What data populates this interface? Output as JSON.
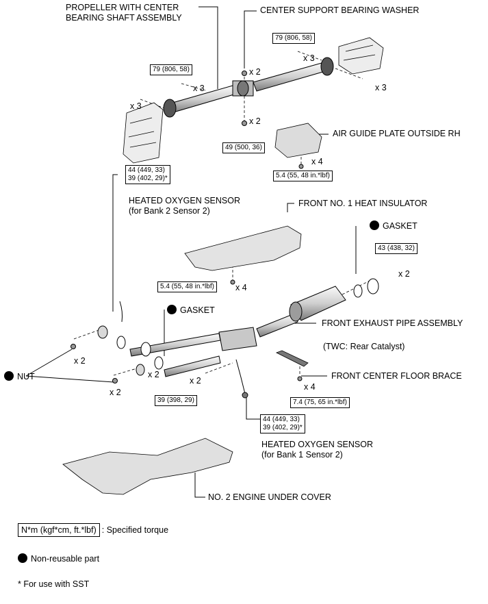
{
  "labels": {
    "propeller": [
      "PROPELLER WITH CENTER",
      "BEARING SHAFT ASSEMBLY"
    ],
    "center_washer": "CENTER SUPPORT BEARING WASHER",
    "air_guide": "AIR GUIDE PLATE OUTSIDE RH",
    "heated_o2_b2": [
      "HEATED OXYGEN SENSOR",
      "(for Bank 2 Sensor 2)"
    ],
    "heat_insulator": "FRONT NO. 1 HEAT INSULATOR",
    "gasket_right": "GASKET",
    "gasket_left": "GASKET",
    "front_exhaust": "FRONT EXHAUST PIPE ASSEMBLY",
    "twc": "(TWC: Rear Catalyst)",
    "nut": "NUT",
    "floor_brace": "FRONT CENTER FLOOR BRACE",
    "heated_o2_b1": [
      "HEATED OXYGEN SENSOR",
      "(for Bank 1 Sensor 2)"
    ],
    "under_cover": "NO. 2 ENGINE UNDER COVER"
  },
  "torques": {
    "t_79_left": "79 (806, 58)",
    "t_79_right": "79 (806, 58)",
    "t_49": "49 (500, 36)",
    "t_o2_b2": [
      "44 (449, 33)",
      "39 (402, 29)*"
    ],
    "t_54_air": "5.4 (55, 48 in.*lbf)",
    "t_54_heat": "5.4 (55, 48 in.*lbf)",
    "t_43": "43 (438, 32)",
    "t_39": "39 (398, 29)",
    "t_74": "7.4 (75, 65 in.*lbf)",
    "t_o2_b1": [
      "44 (449, 33)",
      "39 (402, 29)*"
    ]
  },
  "counts": {
    "c1": "x 2",
    "c2": "x 3",
    "c3": "x 3",
    "c4": "x 3",
    "c5": "x 3",
    "c6": "x 2",
    "c7": "x 4",
    "c8": "x 4",
    "c9": "x 2",
    "c10": "x 2",
    "c11": "x 2",
    "c12": "x 2",
    "c13": "x 2",
    "c14": "x 4"
  },
  "legend": {
    "torque_unit": "N*m (kgf*cm, ft.*lbf)",
    "torque_desc": ": Specified torque",
    "non_reusable": "Non-reusable part",
    "sst": "* For use with SST"
  },
  "colors": {
    "ink": "#000000",
    "part_fill": "#e6e6e6",
    "part_dark": "#8c8c8c",
    "background": "#ffffff"
  }
}
